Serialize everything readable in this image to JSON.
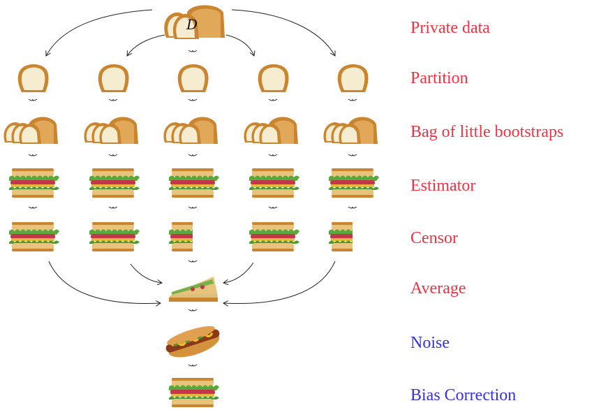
{
  "source_symbol": "D",
  "stages": [
    {
      "id": "private",
      "label": "Private data",
      "color": "#ee3344"
    },
    {
      "id": "partition",
      "label": "Partition",
      "color": "#ee3344"
    },
    {
      "id": "blb",
      "label": "Bag of little bootstraps",
      "color": "#ee3344"
    },
    {
      "id": "estimator",
      "label": "Estimator",
      "color": "#ee3344"
    },
    {
      "id": "censor",
      "label": "Censor",
      "color": "#ee3344"
    },
    {
      "id": "average",
      "label": "Average",
      "color": "#ee3344"
    },
    {
      "id": "noise",
      "label": "Noise",
      "color": "#3333dd"
    },
    {
      "id": "bias",
      "label": "Bias Correction",
      "color": "#3333dd"
    }
  ],
  "icons": {
    "private": "bread-loaf-icon",
    "partition": "bread-slice-icon",
    "blb": "sliced-loaf-icon",
    "estimator": "sandwich-icon",
    "censor": "sandwich-icon",
    "censor_partial": "half-sandwich-icon",
    "average": "triangle-sandwich-icon",
    "noise": "hotdog-icon",
    "bias": "sandwich-icon"
  },
  "censored_columns": [
    2,
    4
  ],
  "colors": {
    "arrow": "#222222"
  }
}
